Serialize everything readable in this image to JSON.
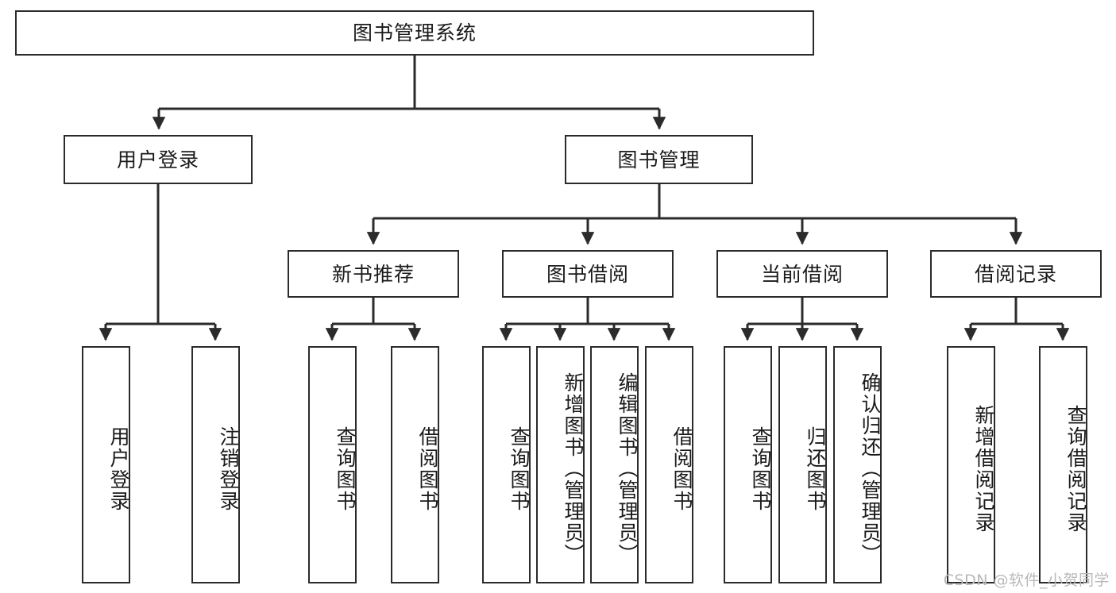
{
  "diagram": {
    "title": "图书管理系统",
    "type": "hierarchy-tree",
    "levels": 4,
    "colors": {
      "box_border": "#2b2b2b",
      "box_fill": "#ffffff",
      "connector": "#2b2b2b",
      "text": "#1a1a1a",
      "watermark": "#b9b9b9",
      "background": "#ffffff"
    },
    "root": {
      "label": "图书管理系统"
    },
    "level2": [
      {
        "label": "用户登录"
      },
      {
        "label": "图书管理"
      }
    ],
    "level3": [
      {
        "label": "新书推荐"
      },
      {
        "label": "图书借阅"
      },
      {
        "label": "当前借阅"
      },
      {
        "label": "借阅记录"
      }
    ],
    "leaves_user_login": [
      {
        "label": "用户登录"
      },
      {
        "label": "注销登录"
      }
    ],
    "leaves_new_book": [
      {
        "label": "查询图书"
      },
      {
        "label": "借阅图书"
      }
    ],
    "leaves_borrow": [
      {
        "label": "查询图书"
      },
      {
        "label": "新增图书（管理员）"
      },
      {
        "label": "编辑图书（管理员）"
      },
      {
        "label": "借阅图书"
      }
    ],
    "leaves_current": [
      {
        "label": "查询图书"
      },
      {
        "label": "归还图书"
      },
      {
        "label": "确认归还（管理员）"
      }
    ],
    "leaves_records": [
      {
        "label": "新增借阅记录"
      },
      {
        "label": "查询借阅记录"
      }
    ]
  },
  "watermark": {
    "text": "CSDN @软件_小贺同学"
  }
}
